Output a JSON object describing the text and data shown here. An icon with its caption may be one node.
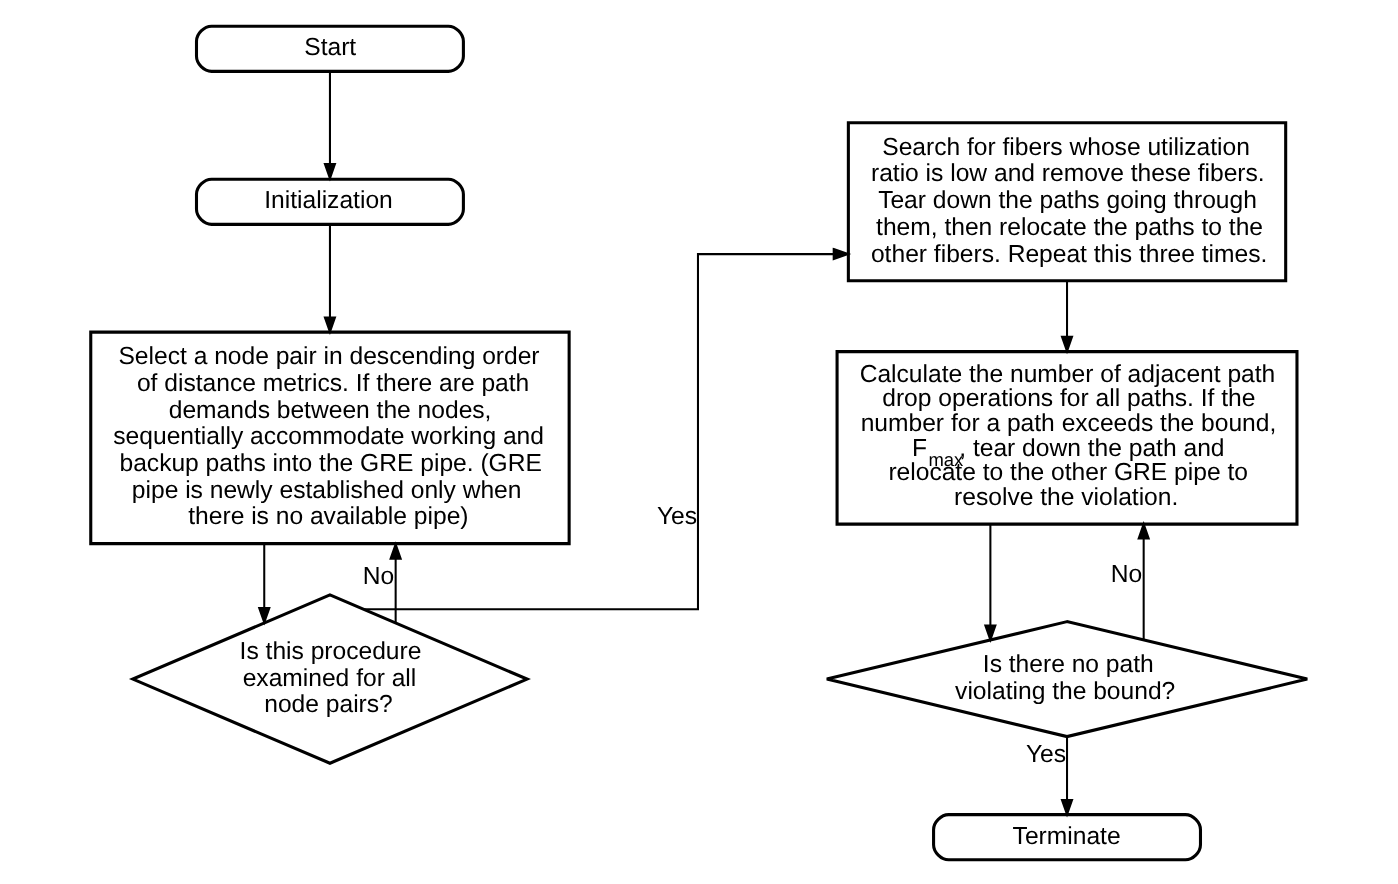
{
  "diagram": {
    "nodes": [
      {
        "text": [
          "Start"
        ]
      },
      {
        "text": [
          "Initialization"
        ]
      },
      {
        "text": [
          "Select a node pair in descending order of distance metrics. If there are path demands between the nodes, sequentially accommodate working and backup paths into the GRE pipe. (GRE pipe is newly established only when there is no available pipe)"
        ]
      },
      {
        "text": [
          "Is this procedure examined for all node pairs?"
        ]
      },
      {
        "text": [
          "Search for fibers whose utilization ratio is low and remove these fibers. Tear down the paths going through them, then relocate the paths to the other fibers. Repeat this three times."
        ]
      },
      {
        "text": [
          "Calculate the number of adjacent path drop operations for all paths. If the number for a path exceeds the bound, F$_{max}$, tear down the path and relocate to the other GRE pipe to resolve the violation."
        ]
      },
      {
        "text": [
          "Is there no path violating the bound?"
        ]
      },
      {
        "text": [
          "Terminate"
        ]
      }
    ],
    "edges": [
      {
        "from": 0,
        "to": 1,
        "arrow": "to"
      },
      {
        "from": 1,
        "to": 2,
        "arrow": "to"
      },
      {
        "from": 2,
        "to": 3,
        "arrow": "to"
      },
      {
        "from": 3,
        "to": 2,
        "arrow": "to",
        "label": "No"
      },
      {
        "from": 3,
        "to": 4,
        "arrow": "to",
        "label": "Yes"
      },
      {
        "from": 4,
        "to": 5,
        "arrow": "to"
      },
      {
        "from": 5,
        "to": 6,
        "arrow": "to"
      },
      {
        "from": 6,
        "to": 5,
        "arrow": "to",
        "label": "No"
      },
      {
        "from": 6,
        "to": 7,
        "arrow": "to",
        "label": "Yes"
      }
    ]
  }
}
